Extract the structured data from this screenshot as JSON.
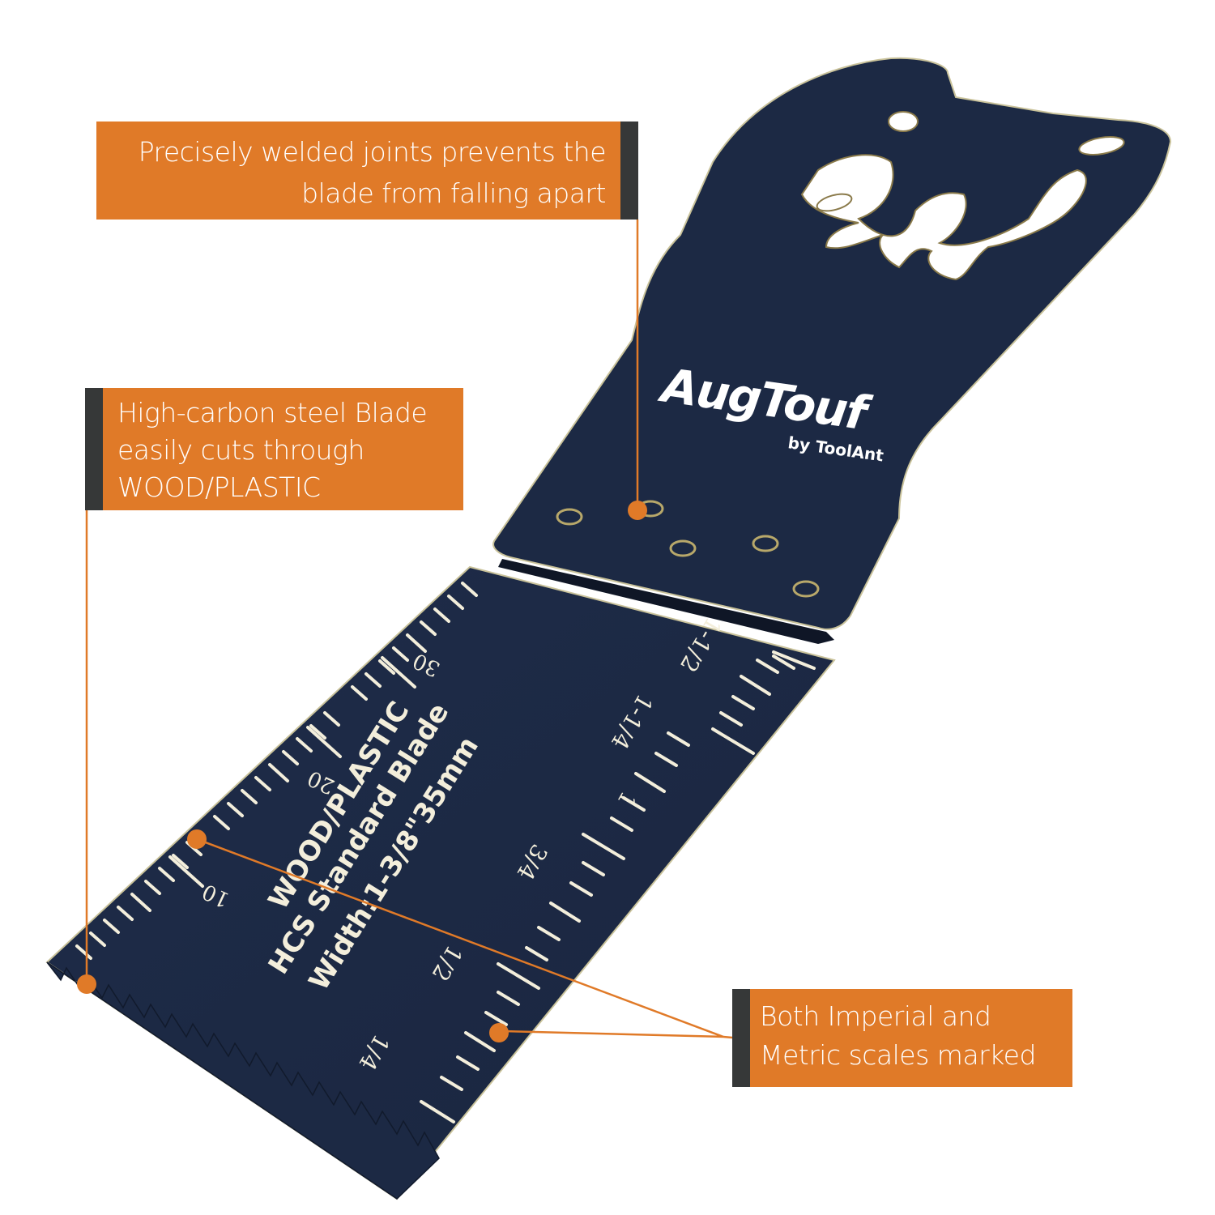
{
  "colors": {
    "accent_orange": "#e07a28",
    "bar_dark": "#363838",
    "blade_navy": "#1c2944",
    "marking_cream": "#f3eedb",
    "background": "#ffffff"
  },
  "callouts": [
    {
      "id": "welded-joints",
      "lines": [
        "Precisely welded joints prevents the",
        "blade from falling apart"
      ],
      "anchor": "rivet-holes"
    },
    {
      "id": "high-carbon-steel",
      "lines": [
        "High-carbon steel Blade",
        "easily cuts through",
        "WOOD/PLASTIC"
      ],
      "anchor": "blade-teeth"
    },
    {
      "id": "scales",
      "lines": [
        "Both Imperial and",
        "Metric scales marked"
      ],
      "anchor": "ruler-marks"
    }
  ],
  "blade": {
    "logo": {
      "brand": "AugTouf",
      "sub": "by ToolAnt"
    },
    "label_lines": [
      "WOOD/PLASTIC",
      "HCS Standard Blade",
      "Width:1-3/8\"35mm"
    ],
    "metric_scale": {
      "unit": "mm",
      "labels": [
        "10",
        "20",
        "30"
      ]
    },
    "imperial_scale": {
      "unit": "inch",
      "labels": [
        "1/4",
        "1/2",
        "3/4",
        "1",
        "1-1/4",
        "1-1/2"
      ]
    }
  }
}
